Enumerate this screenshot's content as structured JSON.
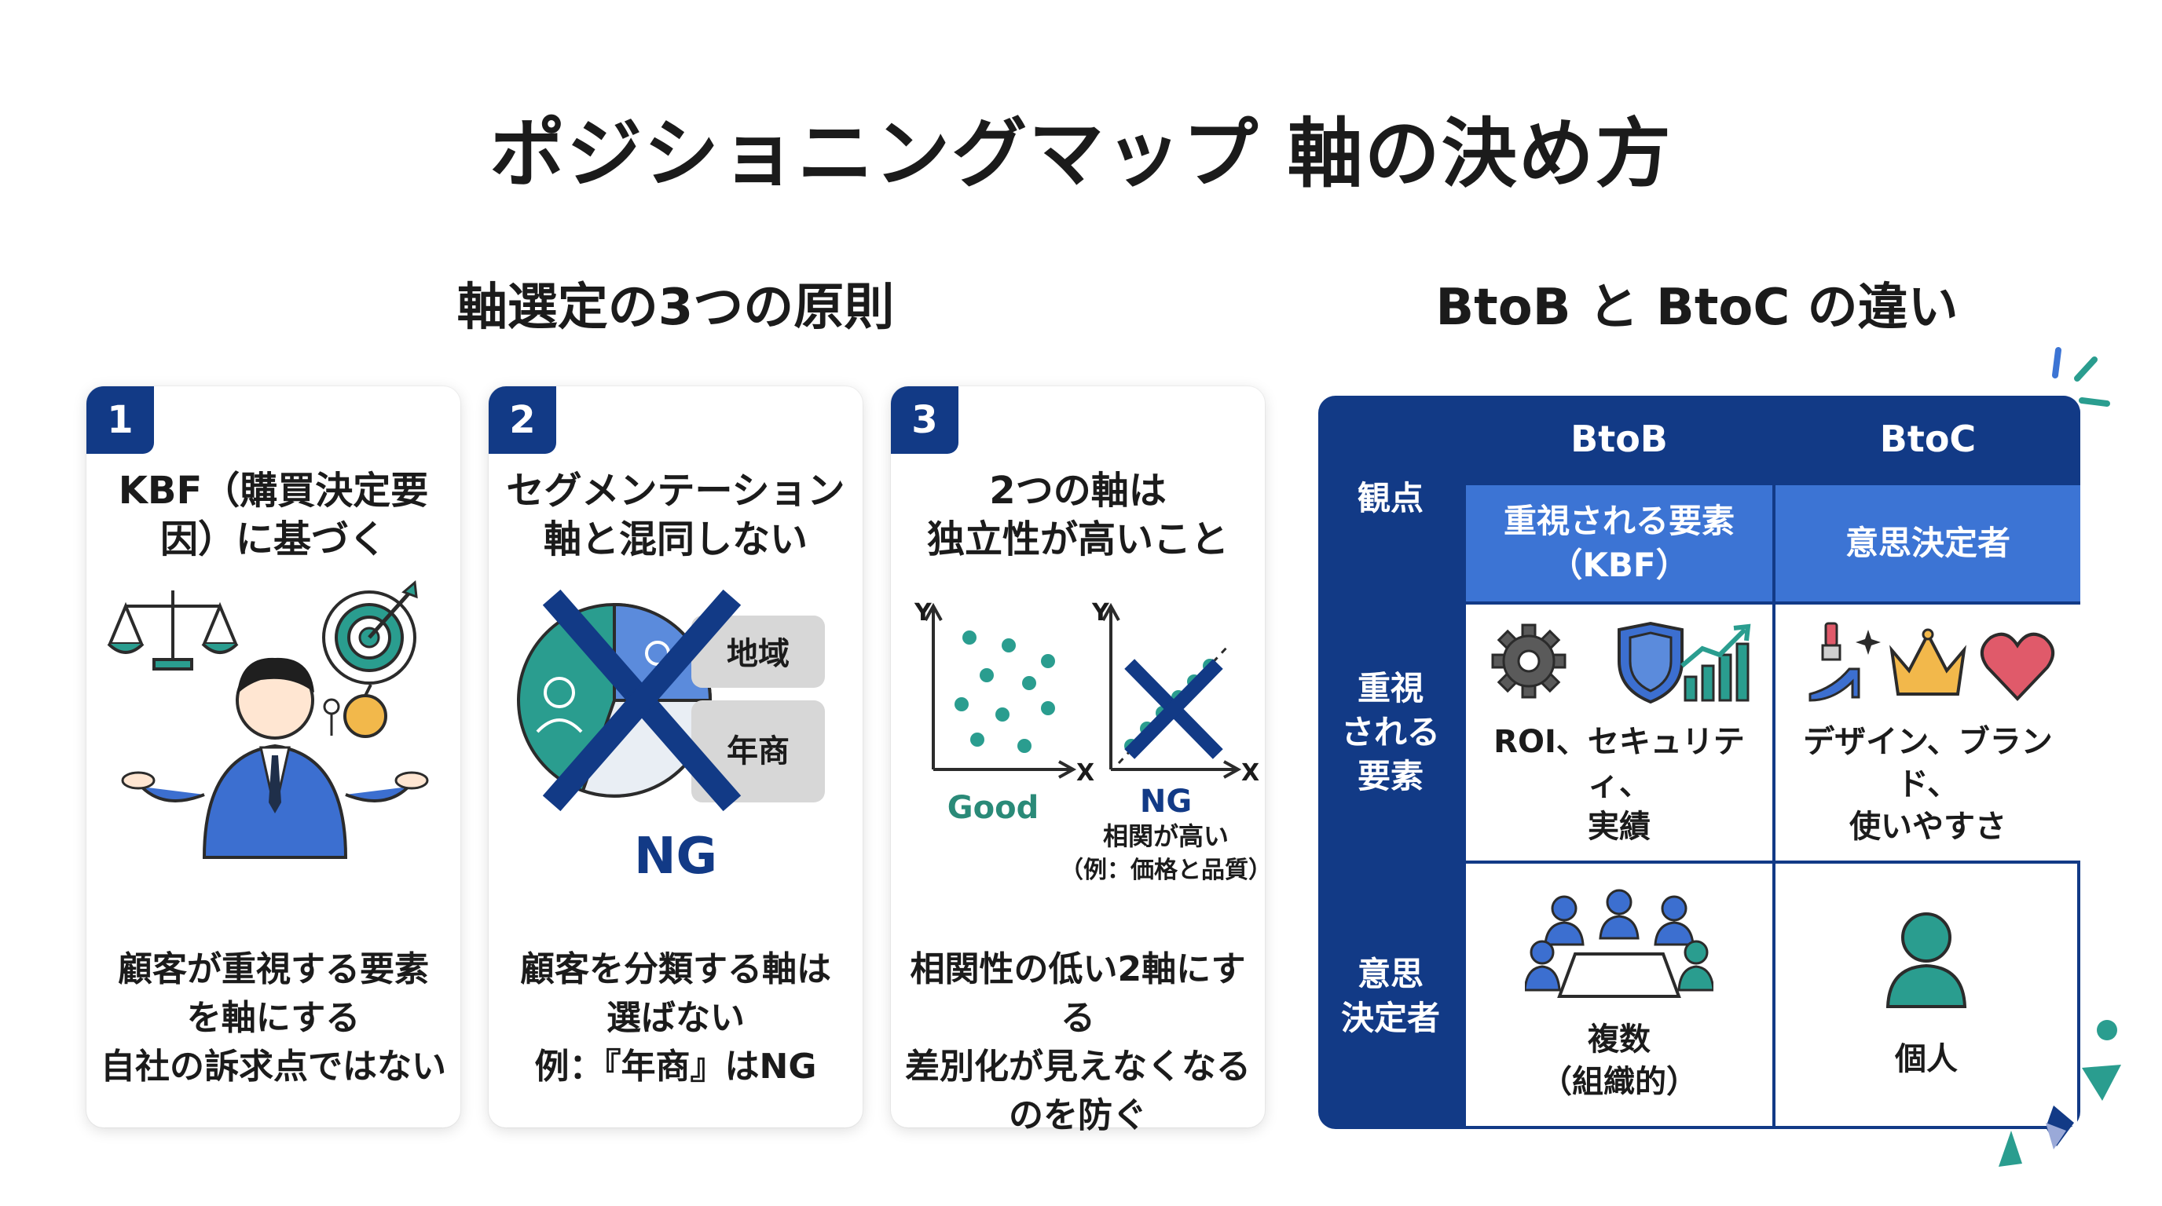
{
  "title": "ポジショニングマップ 軸の決め方",
  "left_section": {
    "heading": "軸選定の3つの原則",
    "cards": [
      {
        "number": "1",
        "title_lines": [
          "KBF（購買決定要",
          "因）に基づく"
        ],
        "desc_lines": [
          "顧客が重視する要素",
          "を軸にする",
          "自社の訴求点ではない"
        ]
      },
      {
        "number": "2",
        "title_lines": [
          "セグメンテーション",
          "軸と混同しない"
        ],
        "ng_label": "NG",
        "tag_labels": [
          "地域",
          "年商"
        ],
        "desc_lines": [
          "顧客を分類する軸は",
          "選ばない",
          "例：『年商』はNG"
        ]
      },
      {
        "number": "3",
        "title_lines": [
          "2つの軸は",
          "独立性が高いこと"
        ],
        "axis_y": "Y",
        "axis_x": "X",
        "good_label": "Good",
        "ng_label": "NG",
        "ng_note_lines": [
          "相関が高い",
          "（例：価格と品質）"
        ],
        "desc_lines": [
          "相関性の低い2軸にする",
          "差別化が見えなくなる",
          "のを防ぐ"
        ]
      }
    ]
  },
  "right_section": {
    "heading": "BtoB と BtoC の違い",
    "table": {
      "col_headers": [
        "BtoB",
        "BtoC"
      ],
      "sub_headers": [
        [
          "重視される要素",
          "（KBF）"
        ],
        [
          "意思決定者"
        ]
      ],
      "row_header_top": "観点",
      "rows": [
        {
          "header_lines": [
            "重視",
            "される",
            "要素"
          ],
          "cells": [
            [
              "ROI、セキュリティ、",
              "実績"
            ],
            [
              "デザイン、ブランド、",
              "使いやすさ"
            ]
          ]
        },
        {
          "header_lines": [
            "意思",
            "決定者"
          ],
          "cells": [
            [
              "複数",
              "（組織的）"
            ],
            [
              "個人"
            ]
          ]
        }
      ]
    }
  },
  "colors": {
    "navy": "#123a86",
    "blue": "#3c74d4",
    "teal": "#2a9d8f",
    "good_green": "#2a8a78"
  }
}
